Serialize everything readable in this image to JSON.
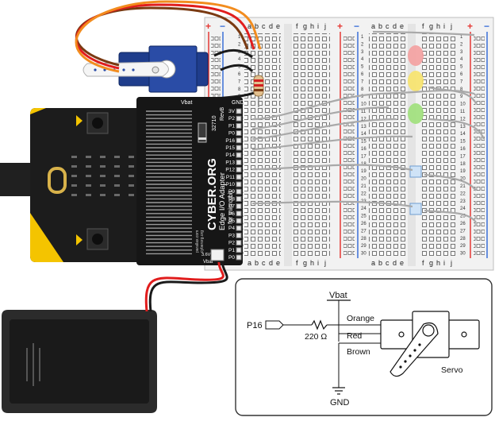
{
  "breadboard": {
    "left_columns": [
      "a",
      "b",
      "c",
      "d",
      "e"
    ],
    "right_columns": [
      "f",
      "g",
      "h",
      "i",
      "j"
    ],
    "plus": "+",
    "minus": "−",
    "row_count": 30
  },
  "adapter": {
    "brand": "CYBER.ORG",
    "title_line1": "Edge I/O Adapter",
    "title_line2": "for micro:bit",
    "vbat": "Vbat",
    "gnd": "GND",
    "part_number": "32710",
    "revision": "RevB",
    "vendor1": "parallax.com",
    "vendor2": "cyberorg.org",
    "max_label": "3.6V\nMAX",
    "vbat_bottom": "Vbat",
    "pins": [
      "3V",
      "P2",
      "P1",
      "P0",
      "P16",
      "P15",
      "P14",
      "P13",
      "P12",
      "P11",
      "P10",
      "P9",
      "P8",
      "P7",
      "P6",
      "P5",
      "P4",
      "P3",
      "P2",
      "P1",
      "P0"
    ]
  },
  "schematic": {
    "vbat": "Vbat",
    "orange": "Orange",
    "red": "Red",
    "brown": "Brown",
    "p16": "P16",
    "resistor": "220 Ω",
    "servo": "Servo",
    "gnd": "GND"
  },
  "colors": {
    "microbit": "#1c1c1c",
    "corner": "#f4c400",
    "adapter": "#161616",
    "wire_red": "#e11d1d",
    "wire_orange": "#f28c1e",
    "wire_brown": "#7a3a12",
    "servo_blue": "#1f3d8c",
    "rail_red": "#e53935",
    "rail_blue": "#3a6fd8",
    "led_red": "#f4a0a0",
    "led_yellow": "#f7e36a",
    "led_green": "#9ee07a"
  }
}
